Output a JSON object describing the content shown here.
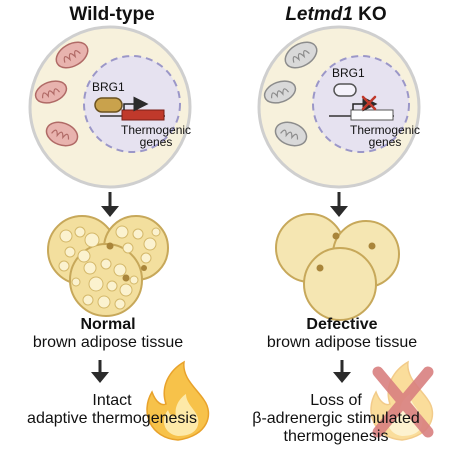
{
  "wildtype": {
    "title": "Wild-type",
    "brg1": "BRG1",
    "genes_line1": "Thermogenic",
    "genes_line2": "genes",
    "tissue_line1": "Normal",
    "tissue_line2": "brown adipose tissue",
    "outcome_line1": "Intact",
    "outcome_line2": "adaptive thermogenesis"
  },
  "knockout": {
    "title_gene": "Letmd1",
    "title_suffix": " KO",
    "brg1": "BRG1",
    "genes_line1": "Thermogenic",
    "genes_line2": "genes",
    "tissue_line1": "Defective",
    "tissue_line2": "brown adipose tissue",
    "outcome_line1": "Loss of",
    "outcome_line2": "β-adrenergic stimulated",
    "outcome_line3": "thermogenesis"
  },
  "colors": {
    "cell_fill": "#f7f1dc",
    "cell_stroke": "#cfcfcf",
    "nucleus_fill": "#e6e2f0",
    "nucleus_stroke": "#9b97c8",
    "mito_healthy": "#e8b3ae",
    "mito_healthy_stroke": "#b06a66",
    "mito_defective": "#d9d9d9",
    "mito_defective_stroke": "#8c8c8c",
    "brg1_active": "#c9a24c",
    "gene_active": "#c0392b",
    "fat_fill": "#f3df9e",
    "fat_stroke": "#c7a85a",
    "flame_outer": "#f7c24a",
    "flame_inner": "#fde9a8",
    "cross": "#d98080",
    "arrow": "#2b2b2b"
  }
}
